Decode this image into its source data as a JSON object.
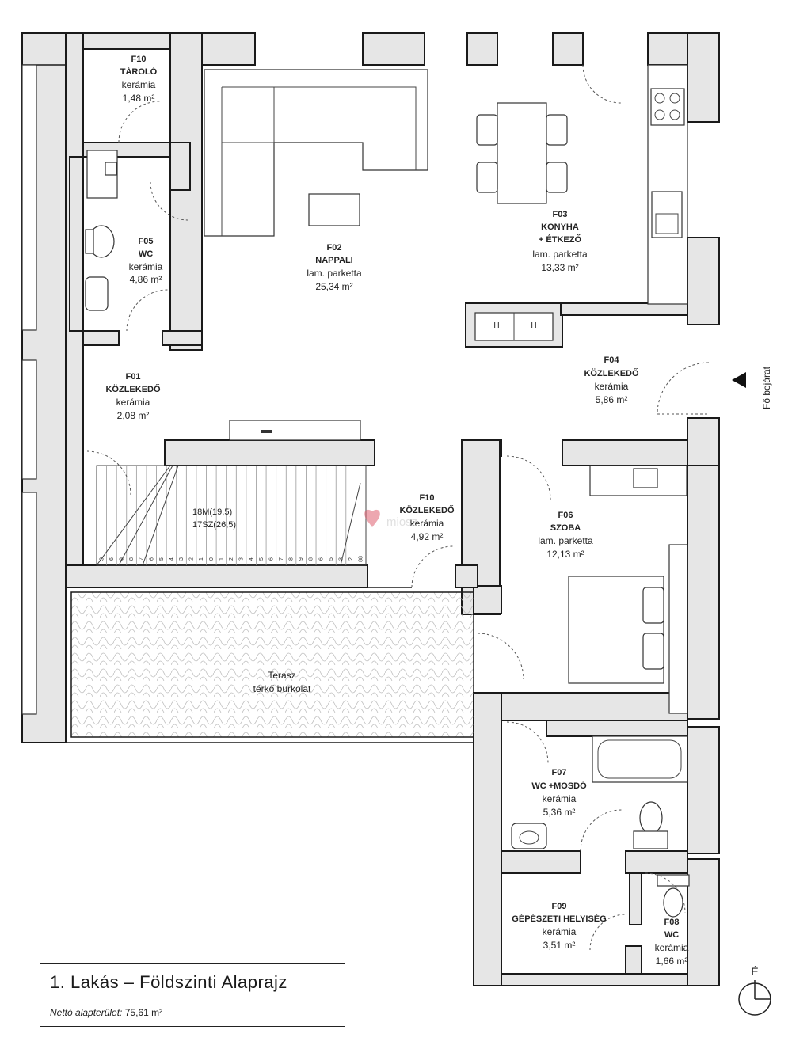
{
  "rooms": {
    "f10_storage": {
      "code": "F10",
      "name": "TÁROLÓ",
      "material": "kerámia",
      "area": "1,48 m²"
    },
    "f05": {
      "code": "F05",
      "name": "WC",
      "material": "kerámia",
      "area": "4,86 m²"
    },
    "f02": {
      "code": "F02",
      "name": "NAPPALI",
      "material": "lam. parketta",
      "area": "25,34 m²"
    },
    "f03": {
      "code": "F03",
      "name1": "KONYHA",
      "name2": "+ ÉTKEZŐ",
      "material": "lam. parketta",
      "area": "13,33 m²"
    },
    "f04": {
      "code": "F04",
      "name": "KÖZLEKEDŐ",
      "material": "kerámia",
      "area": "5,86 m²"
    },
    "f01": {
      "code": "F01",
      "name": "KÖZLEKEDŐ",
      "material": "kerámia",
      "area": "2,08 m²"
    },
    "f10_hall": {
      "code": "F10",
      "name": "KÖZLEKEDŐ",
      "material": "kerámia",
      "area": "4,92 m²"
    },
    "f06": {
      "code": "F06",
      "name": "SZOBA",
      "material": "lam. parketta",
      "area": "12,13 m²"
    },
    "terasz": {
      "name": "Terasz",
      "material": "térkő burkolat"
    },
    "f07": {
      "code": "F07",
      "name": "WC +MOSDÓ",
      "material": "kerámia",
      "area": "5,36 m²"
    },
    "f09": {
      "code": "F09",
      "name": "GÉPÉSZETI HELYISÉG",
      "material": "kerámia",
      "area": "3,51 m²"
    },
    "f08": {
      "code": "F08",
      "name": "WC",
      "material": "kerámia",
      "area": "1,66 m²"
    }
  },
  "stairs": {
    "line1": "18M(19,5)",
    "line2": "17SZ(26,5)",
    "step_numbers": [
      "3",
      "6",
      "9",
      "8",
      "7",
      "6",
      "5",
      "4",
      "3",
      "2",
      "1",
      "0",
      "1",
      "2",
      "3",
      "4",
      "5",
      "6",
      "7",
      "8",
      "9",
      "8",
      "6",
      "5",
      "3",
      "2",
      "88"
    ]
  },
  "kitchen": {
    "hob_label_1": "H",
    "hob_label_2": "H"
  },
  "entrance": {
    "label": "Fő bejárat"
  },
  "north": {
    "label": "É"
  },
  "watermark": {
    "text": "miosz"
  },
  "title": {
    "main": "1. Lakás – Földszinti Alaprajz",
    "net_label": "Nettó alapterület:",
    "net_value": "75,61 m²"
  },
  "colors": {
    "wall": "#e6e6e6",
    "line": "#1a1a1a",
    "watermark": "#e06070"
  }
}
